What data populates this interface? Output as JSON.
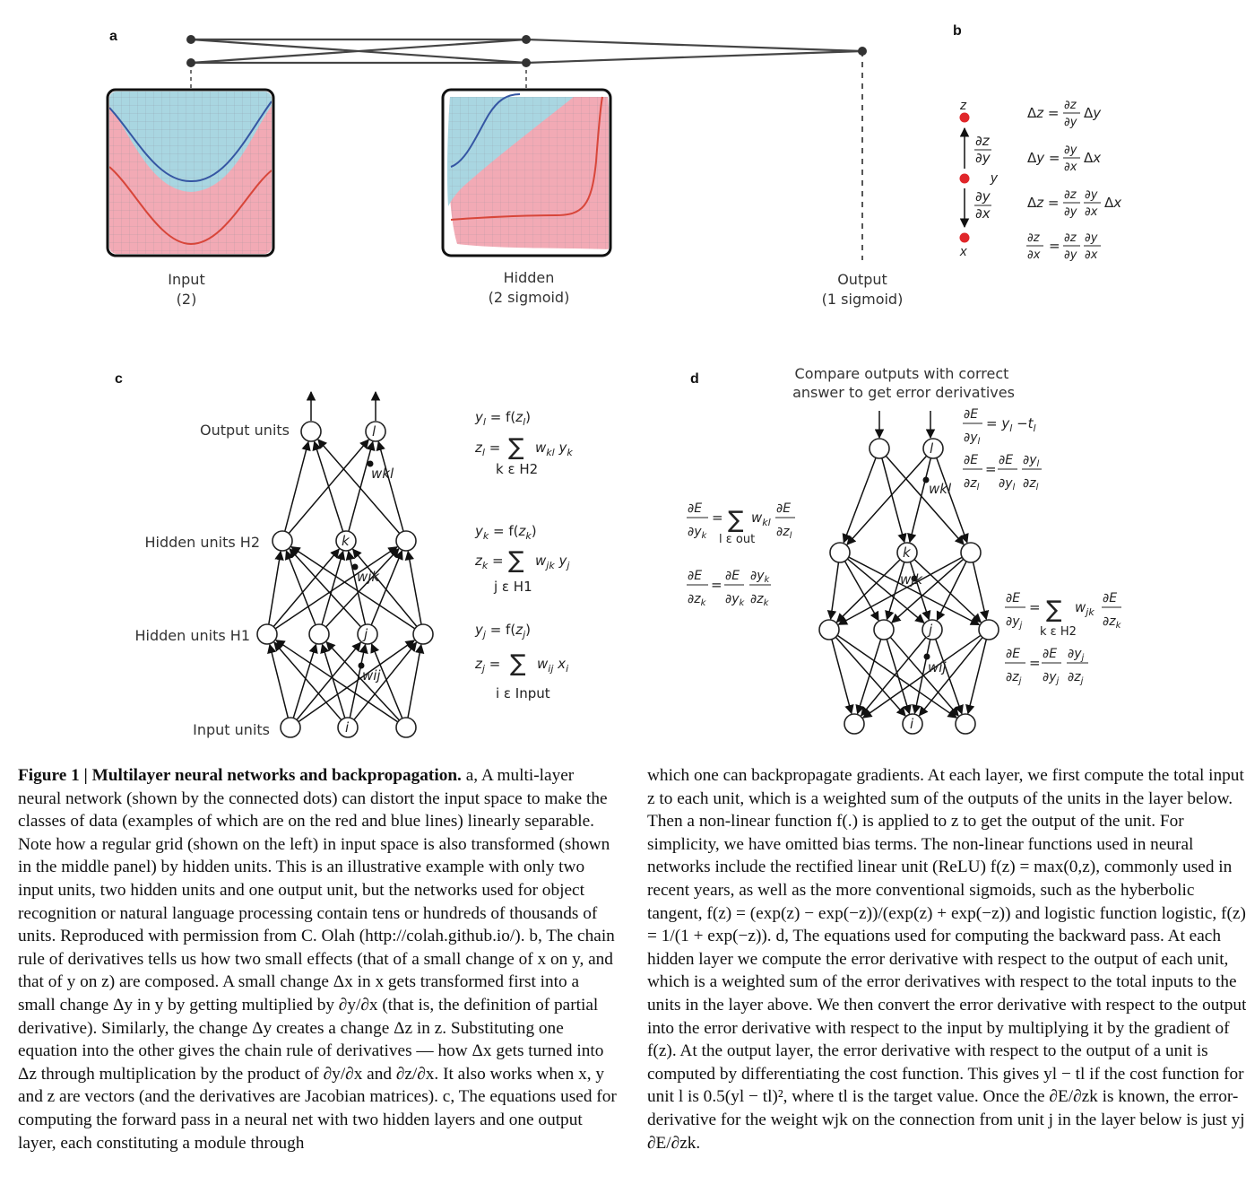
{
  "figure": {
    "panels": {
      "a": "a",
      "b": "b",
      "c": "c",
      "d": "d"
    },
    "panel_a": {
      "input_label": "Input",
      "input_sub": "(2)",
      "hidden_label": "Hidden",
      "hidden_sub": "(2 sigmoid)",
      "output_label": "Output",
      "output_sub": "(1 sigmoid)"
    },
    "panel_b": {
      "z": "z",
      "y": "y",
      "x": "x",
      "eq1": "Δz = ∂z/∂y Δy",
      "eq2": "Δy = ∂y/∂x Δx",
      "eq3": "Δz = ∂z/∂y ∂y/∂x Δx",
      "eq4": "∂z/∂x = ∂z/∂y ∂y/∂x"
    },
    "panel_c": {
      "output_units": "Output units",
      "hidden_h2": "Hidden units H2",
      "hidden_h1": "Hidden units H1",
      "input_units": "Input units",
      "node_l": "l",
      "node_k": "k",
      "node_j": "j",
      "node_i": "i",
      "w_kl": "wkl",
      "w_jk": "wjk",
      "w_ij": "wij",
      "eq_yl": "yl = f(zl)",
      "eq_zl": "zl = Σ wkl yk",
      "sum_zl": "k ε H2",
      "eq_yk": "yk = f(zk)",
      "eq_zk": "zk = Σ wjk yj",
      "sum_zk": "j ε H1",
      "eq_yj": "yj = f(zj)",
      "eq_zj": "zj = Σ wij xi",
      "sum_zj": "i ε Input"
    },
    "panel_d": {
      "title_1": "Compare outputs with correct",
      "title_2": "answer to get error derivatives",
      "node_l": "l",
      "node_k": "k",
      "node_j": "j",
      "node_i": "i",
      "w_kl": "wkl",
      "w_jk": "wjk",
      "w_ij": "wij",
      "eq1": "∂E/∂yl = yl − tl",
      "eq2": "∂E/∂zl = ∂E/∂yl ∂yl/∂zl",
      "eq3": "∂E/∂yk = Σ wkl ∂E/∂zl",
      "sum3": "l ε out",
      "eq4": "∂E/∂zk = ∂E/∂yk ∂yk/∂zk",
      "eq5": "∂E/∂yj = Σ wjk ∂E/∂zk",
      "sum5": "k ε H2",
      "eq6": "∂E/∂zj = ∂E/∂yj ∂yj/∂zj"
    }
  },
  "caption": {
    "fig_label": "Figure 1 | Multilayer neural networks and backpropagation.",
    "left_text": " a, A multi-layer neural network (shown by the connected dots) can distort the input space to make the classes of data (examples of which are on the red and blue lines) linearly separable. Note how a regular grid (shown on the left) in input space is also transformed (shown in the middle panel) by hidden units. This is an illustrative example with only two input units, two hidden units and one output unit, but the networks used for object recognition or natural language processing contain tens or hundreds of thousands of units. Reproduced with permission from C. Olah (http://colah.github.io/). b, The chain rule of derivatives tells us how two small effects (that of a small change of x on y, and that of y on z) are composed. A small change Δx in x gets transformed first into a small change Δy in y by getting multiplied by ∂y/∂x (that is, the definition of partial derivative). Similarly, the change Δy creates a change Δz in z. Substituting one equation into the other gives the chain rule of derivatives — how Δx gets turned into Δz through multiplication by the product of ∂y/∂x and ∂z/∂x. It also works when x, y and z are vectors (and the derivatives are Jacobian matrices). c, The equations used for computing the forward pass in a neural net with two hidden layers and one output layer, each constituting a module through",
    "right_text": "which one can backpropagate gradients. At each layer, we first compute the total input z to each unit, which is a weighted sum of the outputs of the units in the layer below. Then a non-linear function f(.) is applied to z to get the output of the unit. For simplicity, we have omitted bias terms. The non-linear functions used in neural networks include the rectified linear unit (ReLU) f(z) = max(0,z), commonly used in recent years, as well as the more conventional sigmoids, such as the hyberbolic tangent, f(z) = (exp(z) − exp(−z))/(exp(z) + exp(−z)) and logistic function logistic, f(z) = 1/(1 + exp(−z)). d, The equations used for computing the backward pass. At each hidden layer we compute the error derivative with respect to the output of each unit, which is a weighted sum of the error derivatives with respect to the total inputs to the units in the layer above. We then convert the error derivative with respect to the output into the error derivative with respect to the input by multiplying it by the gradient of f(z). At the output layer, the error derivative with respect to the output of a unit is computed by differentiating the cost function. This gives yl − tl if the cost function for unit l is 0.5(yl − tl)², where tl is the target value. Once the ∂E/∂zk is known, the error-derivative for the weight wjk on the connection from unit j in the layer below is just yj ∂E/∂zk."
  }
}
